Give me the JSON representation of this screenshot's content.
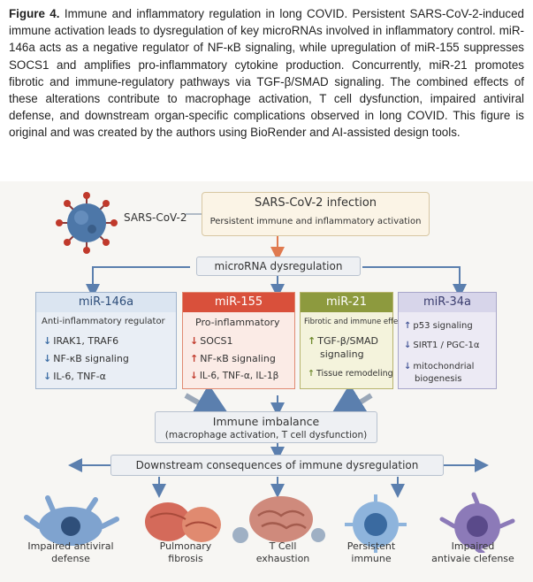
{
  "caption": {
    "label": "Figure 4.",
    "text": " Immune and inflammatory regulation in long COVID. Persistent SARS-CoV-2-induced immune activation leads to dysregulation of key microRNAs involved in inflammatory control. miR-146a acts as a negative regulator of NF-κB signaling, while upregulation of miR-155 suppresses SOCS1 and amplifies pro-inflammatory cytokine production. Concurrently, miR-21 promotes fibrotic and immune-regulatory pathways via TGF-β/SMAD signaling. The combined effects of these alterations contribute to macrophage activation, T cell dysfunction, impaired antiviral defense, and downstream organ-specific complications observed in long COVID. This figure is original and was created by the authors using BioRender and AI-assisted design tools."
  },
  "figure": {
    "virus_label": "SARS-CoV-2",
    "infection_title": "SARS-CoV-2 infection",
    "infection_sub": "Persistent immune and inflammatory activation",
    "dysregulation": "microRNA dysregulation",
    "mirnas": [
      {
        "name": "miR-146a",
        "subtitle": "Anti-inflammatory regulator",
        "items": [
          {
            "arrow": "↓",
            "text": "IRAK1, TRAF6"
          },
          {
            "arrow": "↓",
            "text": "NF-κB signaling"
          },
          {
            "arrow": "↓",
            "text": "IL-6, TNF-α"
          }
        ]
      },
      {
        "name": "miR-155",
        "subtitle": "Pro-inflammatory",
        "items": [
          {
            "arrow": "↓",
            "text": "SOCS1"
          },
          {
            "arrow": "↑",
            "text": "NF-κB signaling"
          },
          {
            "arrow": "↓",
            "text": "IL-6, TNF-α, IL-1β"
          }
        ]
      },
      {
        "name": "miR-21",
        "subtitle": "Fibrotic and immune effects",
        "items": [
          {
            "arrow": "↑",
            "text": "TGF-β/SMAD"
          },
          {
            "arrow": "",
            "text": "signaling"
          },
          {
            "arrow": "↑",
            "text": "Tissue remodeling"
          }
        ]
      },
      {
        "name": "miR-34a",
        "subtitle": "",
        "items": [
          {
            "arrow": "↑",
            "text": "p53 signaling"
          },
          {
            "arrow": "↓",
            "text": "SIRT1 / PGC-1α"
          },
          {
            "arrow": "↓",
            "text": "mitochondrial"
          },
          {
            "arrow": "",
            "text": "biogenesis"
          }
        ]
      }
    ],
    "imbalance_title": "Immune imbalance",
    "imbalance_sub": "(macrophage activation, T cell dysfunction)",
    "downstream": "Downstream consequences of immune dysregulation",
    "outcomes": [
      {
        "line1": "Impaired antiviral",
        "line2": "defense"
      },
      {
        "line1": "Pulmonary",
        "line2": "fibrosis"
      },
      {
        "line1": "T Cell",
        "line2": "exhaustion"
      },
      {
        "line1": "Persistent",
        "line2": "immune"
      },
      {
        "line1": "Impaired",
        "line2": "antivaie clefense"
      }
    ],
    "colors": {
      "blue": "#3f6fa6",
      "red": "#d9503b",
      "olive": "#8d9a3e",
      "purple": "#6b6fa8",
      "tan": "#c9b27a"
    }
  }
}
